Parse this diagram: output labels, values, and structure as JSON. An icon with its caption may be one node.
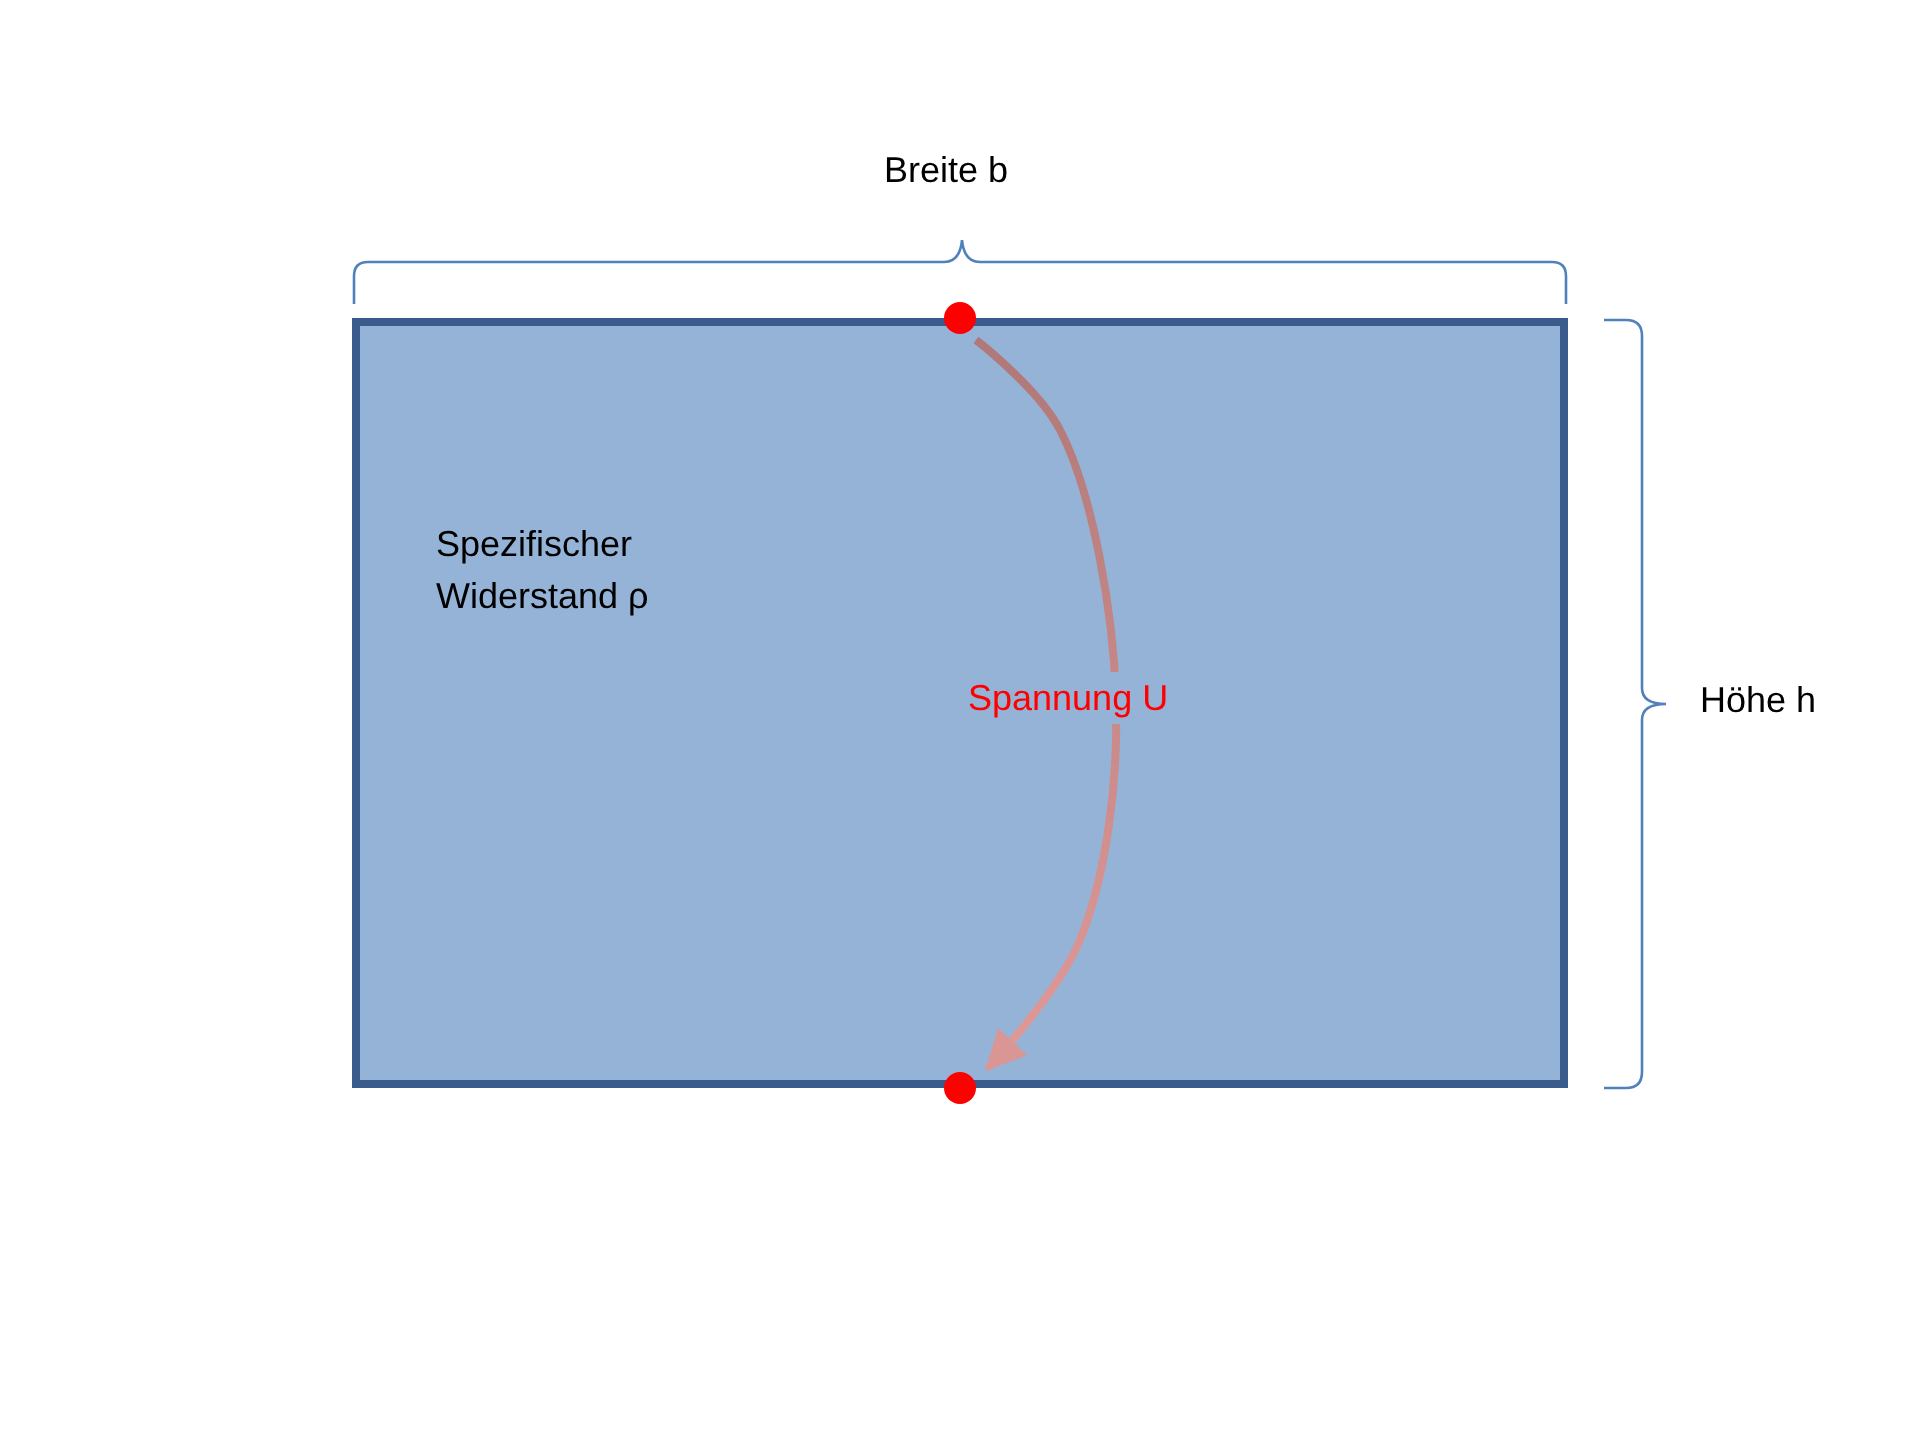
{
  "diagram": {
    "nodes": [
      {
        "text": [
          "Spezifischer Widerstand ρ"
        ]
      },
      {
        "text": [],
        "shape": "circle",
        "in": 0
      },
      {
        "text": [],
        "shape": "circle",
        "in": 0
      }
    ],
    "edges": [
      {
        "from": 1,
        "to": 2,
        "arrow": "to",
        "label": "Spannung U"
      }
    ],
    "labels": [
      "Breite b",
      "Höhe h"
    ]
  }
}
